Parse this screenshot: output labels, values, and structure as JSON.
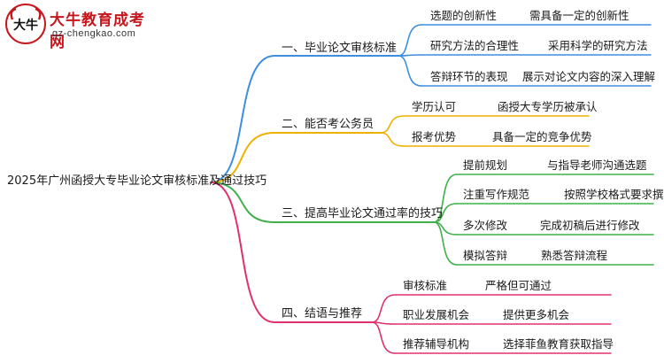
{
  "logo": {
    "title": "大牛教育成考网",
    "subtitle": "gz-chengkao.com",
    "mark_text": "大牛"
  },
  "root": "2025年广州函授大专毕业论文审核标准及通过技巧",
  "colors": {
    "b1": "#3e8ee0",
    "b2": "#f0b000",
    "b3": "#3fb04a",
    "b4": "#e0306e"
  },
  "branches": [
    {
      "label": "一、毕业论文审核标准",
      "items": [
        {
          "a": "选题的创新性",
          "b": "需具备一定的创新性"
        },
        {
          "a": "研究方法的合理性",
          "b": "采用科学的研究方法"
        },
        {
          "a": "答辩环节的表现",
          "b": "展示对论文内容的深入理解"
        }
      ]
    },
    {
      "label": "二、能否考公务员",
      "items": [
        {
          "a": "学历认可",
          "b": "函授大专学历被承认"
        },
        {
          "a": "报考优势",
          "b": "具备一定的竞争优势"
        }
      ]
    },
    {
      "label": "三、提高毕业论文通过率的技巧",
      "items": [
        {
          "a": "提前规划",
          "b": "与指导老师沟通选题"
        },
        {
          "a": "注重写作规范",
          "b": "按照学校格式要求撰写"
        },
        {
          "a": "多次修改",
          "b": "完成初稿后进行修改"
        },
        {
          "a": "模拟答辩",
          "b": "熟悉答辩流程"
        }
      ]
    },
    {
      "label": "四、结语与推荐",
      "items": [
        {
          "a": "审核标准",
          "b": "严格但可通过"
        },
        {
          "a": "职业发展机会",
          "b": "提供更多机会"
        },
        {
          "a": "推荐辅导机构",
          "b": "选择菲鱼教育获取指导"
        }
      ]
    }
  ]
}
